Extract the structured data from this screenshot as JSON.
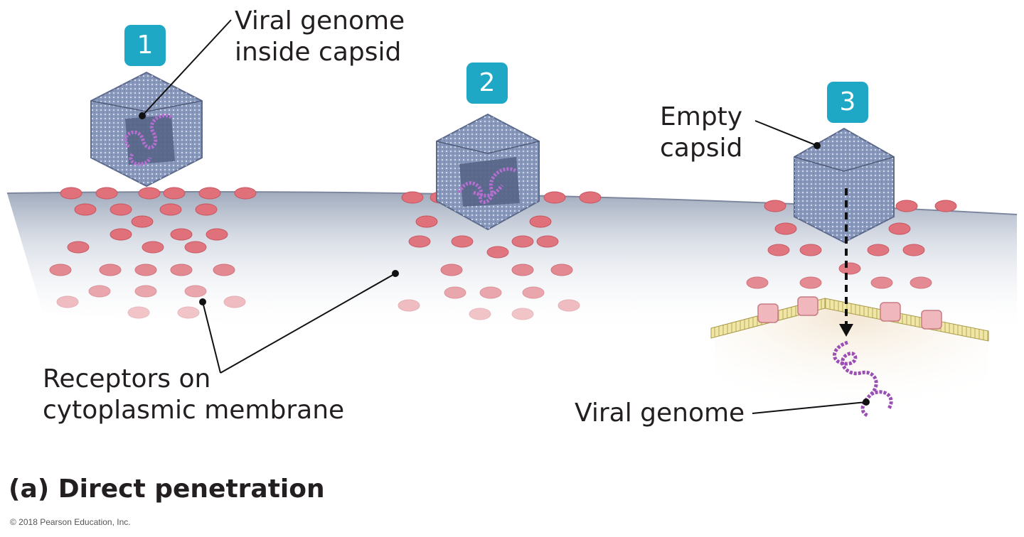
{
  "steps": [
    "1",
    "2",
    "3"
  ],
  "labels": {
    "viral_genome_inside_capsid": [
      "Viral genome",
      "inside capsid"
    ],
    "empty_capsid": [
      "Empty",
      "capsid"
    ],
    "receptors": [
      "Receptors on",
      "cytoplasmic membrane"
    ],
    "viral_genome": "Viral genome"
  },
  "caption": "(a) Direct penetration",
  "copyright": "© 2018 Pearson Education, Inc.",
  "colors": {
    "badge": "#1fa8c6",
    "membrane_shadow": "#9aa6b8",
    "receptor": "#e0707a",
    "capsid": "#8e9cbc",
    "genome": "#9b4fb5",
    "bilayer": "#e4d98c"
  }
}
